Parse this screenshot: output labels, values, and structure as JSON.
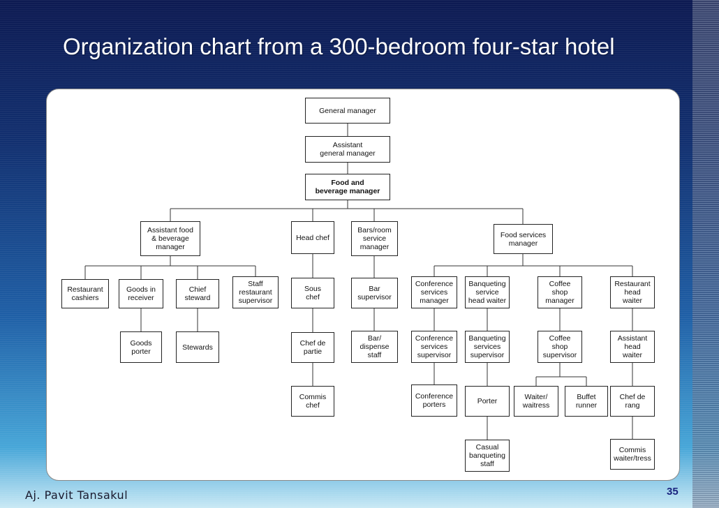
{
  "title": "Organization chart from a 300-bedroom four-star hotel",
  "footer": {
    "author": "Aj. Pavit Tansakul",
    "page": "35"
  },
  "nodes": {
    "general_manager": "General manager",
    "assistant_gm": "Assistant\ngeneral manager",
    "fb_manager": "Food and\nbeverage manager",
    "asst_fb_manager": "Assistant food\n& beverage\nmanager",
    "head_chef": "Head chef",
    "bars_room_service": "Bars/room\nservice\nmanager",
    "food_services_manager": "Food services\nmanager",
    "restaurant_cashiers": "Restaurant\ncashiers",
    "goods_in_receiver": "Goods in\nreceiver",
    "chief_steward": "Chief\nsteward",
    "staff_restaurant_supervisor": "Staff\nrestaurant\nsupervisor",
    "goods_porter": "Goods\nporter",
    "stewards": "Stewards",
    "sous_chef": "Sous\nchef",
    "chef_de_partie": "Chef de\npartie",
    "commis_chef": "Commis\nchef",
    "bar_supervisor": "Bar\nsupervisor",
    "bar_dispense_staff": "Bar/\ndispense\nstaff",
    "conference_services_manager": "Conference\nservices\nmanager",
    "conference_services_supervisor": "Conference\nservices\nsupervisor",
    "conference_porters": "Conference\nporters",
    "banqueting_head_waiter": "Banqueting\nservice\nhead waiter",
    "banqueting_services_supervisor": "Banqueting\nservices\nsupervisor",
    "porter": "Porter",
    "casual_banqueting_staff": "Casual\nbanqueting\nstaff",
    "coffee_shop_manager": "Coffee\nshop\nmanager",
    "coffee_shop_supervisor": "Coffee\nshop\nsupervisor",
    "waiter_waitress": "Waiter/\nwaitress",
    "buffet_runner": "Buffet\nrunner",
    "restaurant_head_waiter": "Restaurant\nhead\nwaiter",
    "assistant_head_waiter": "Assistant\nhead\nwaiter",
    "chef_de_rang": "Chef de\nrang",
    "commis_waiter": "Commis\nwaiter/tress"
  }
}
